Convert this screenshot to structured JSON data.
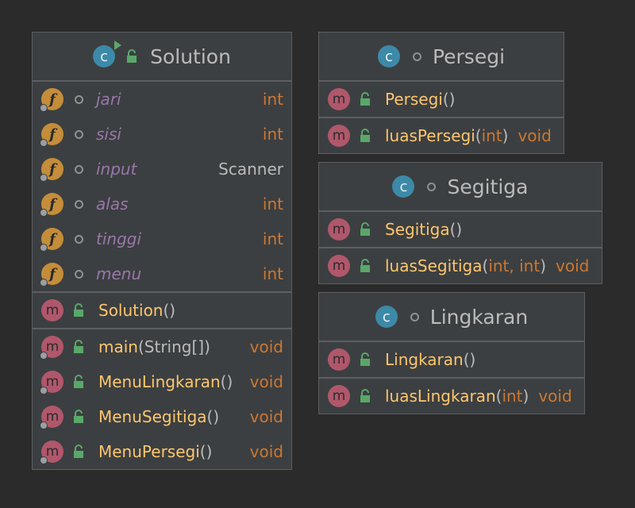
{
  "classes": [
    {
      "name": "Solution",
      "fields": [
        {
          "name": "jari",
          "type": "int"
        },
        {
          "name": "sisi",
          "type": "int"
        },
        {
          "name": "input",
          "type": "Scanner"
        },
        {
          "name": "alas",
          "type": "int"
        },
        {
          "name": "tinggi",
          "type": "int"
        },
        {
          "name": "menu",
          "type": "int"
        }
      ],
      "constructors": [
        {
          "name": "Solution",
          "params": "",
          "ret": ""
        }
      ],
      "methods": [
        {
          "name": "main",
          "params": "String[]",
          "ret": "void"
        },
        {
          "name": "MenuLingkaran",
          "params": "",
          "ret": "void"
        },
        {
          "name": "MenuSegitiga",
          "params": "",
          "ret": "void"
        },
        {
          "name": "MenuPersegi",
          "params": "",
          "ret": "void"
        }
      ]
    },
    {
      "name": "Persegi",
      "constructors": [
        {
          "name": "Persegi",
          "params": "",
          "ret": ""
        }
      ],
      "methods": [
        {
          "name": "luasPersegi",
          "params": "int",
          "ret": "void"
        }
      ]
    },
    {
      "name": "Segitiga",
      "constructors": [
        {
          "name": "Segitiga",
          "params": "",
          "ret": ""
        }
      ],
      "methods": [
        {
          "name": "luasSegitiga",
          "params": "int, int",
          "ret": "void"
        }
      ]
    },
    {
      "name": "Lingkaran",
      "constructors": [
        {
          "name": "Lingkaran",
          "params": "",
          "ret": ""
        }
      ],
      "methods": [
        {
          "name": "luasLingkaran",
          "params": "int",
          "ret": "void"
        }
      ]
    }
  ],
  "badges": {
    "class": "c",
    "field": "f",
    "method": "m"
  },
  "colors": {
    "background": "#2b2b2b",
    "box": "#3c3f41",
    "field_name": "#9876aa",
    "method_name": "#ffc66d",
    "type": "#cc7832",
    "class_badge": "#3d89a8",
    "field_badge": "#c48d3a",
    "method_badge": "#b0576b"
  }
}
